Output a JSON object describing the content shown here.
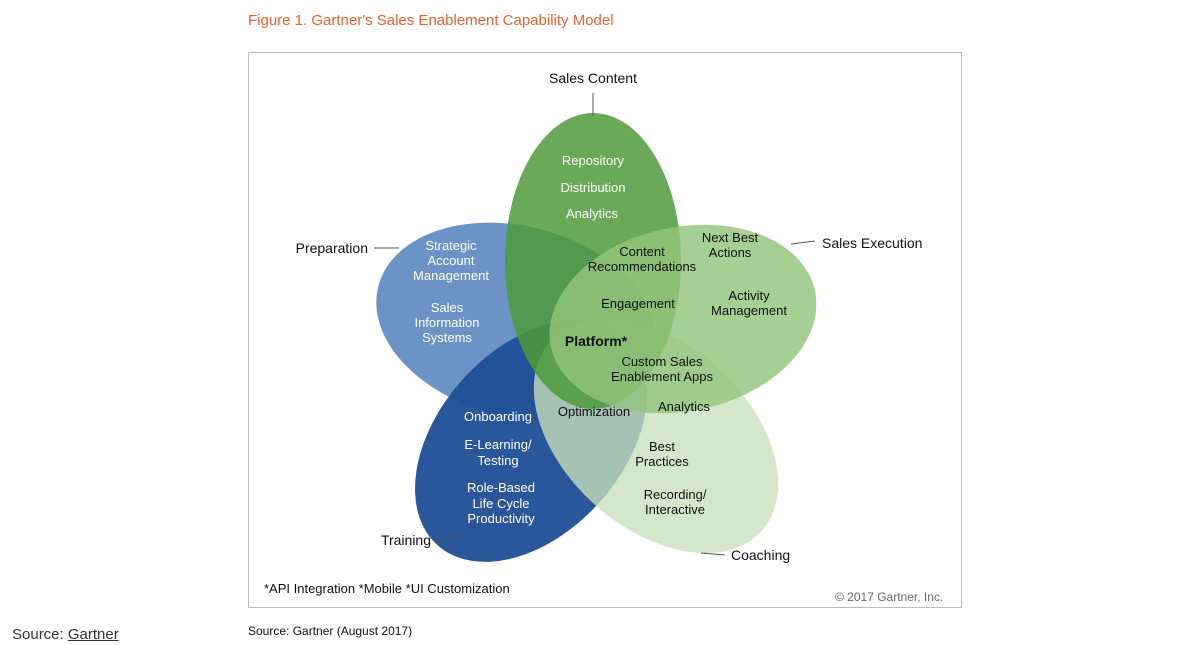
{
  "figure_title": "Figure 1. Gartner's Sales Enablement Capability Model",
  "petals": {
    "sales_content": {
      "label": "Sales Content",
      "items": [
        "Repository",
        "Distribution",
        "Analytics"
      ],
      "color": "#4f9a3a"
    },
    "sales_execution": {
      "label": "Sales Execution",
      "items": [
        "Next Best",
        "Actions",
        "Activity",
        "Management"
      ],
      "color": "#93c47d"
    },
    "coaching": {
      "label": "Coaching",
      "items": [
        "Best",
        "Practices",
        "Recording/",
        "Interactive"
      ],
      "color": "#c9e0bc"
    },
    "training": {
      "label": "Training",
      "items": [
        "Onboarding",
        "E-Learning/",
        "Testing",
        "Role-Based",
        "Life Cycle",
        "Productivity"
      ],
      "color": "#1f4e96"
    },
    "preparation": {
      "label": "Preparation",
      "items": [
        "Strategic",
        "Account",
        "Management",
        "Sales",
        "Information",
        "Systems"
      ],
      "color": "#5b87c0"
    }
  },
  "center": {
    "items": [
      "Content",
      "Recommendations",
      "Engagement",
      "Platform*",
      "Custom Sales",
      "Enablement Apps",
      "Optimization",
      "Analytics"
    ]
  },
  "footnote": "*API Integration *Mobile *UI Customization",
  "copyright": "© 2017 Gartner, Inc.",
  "source_caption": "Source: Gartner (August 2017)",
  "source_prefix": "Source:",
  "source_link": "Gartner"
}
